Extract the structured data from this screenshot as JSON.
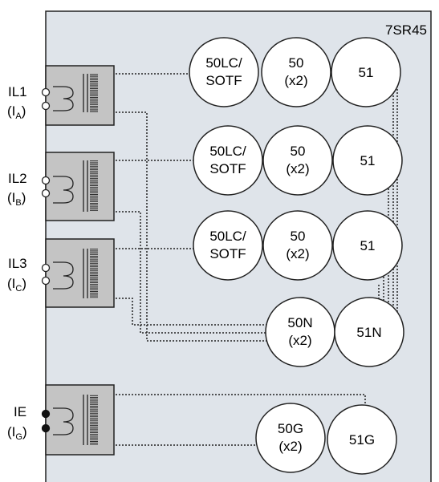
{
  "device": {
    "model": "7SR45"
  },
  "inputs": [
    {
      "name": "IL1",
      "sub_prefix": "(I",
      "sub": "A",
      "sub_suffix": ")"
    },
    {
      "name": "IL2",
      "sub_prefix": "(I",
      "sub": "B",
      "sub_suffix": ")"
    },
    {
      "name": "IL3",
      "sub_prefix": "(I",
      "sub": "C",
      "sub_suffix": ")"
    },
    {
      "name": "IE",
      "sub_prefix": "(I",
      "sub": "G",
      "sub_suffix": ")"
    }
  ],
  "functions": {
    "row1": [
      {
        "lines": [
          "50LC/",
          "SOTF"
        ]
      },
      {
        "lines": [
          "50",
          "(x2)"
        ]
      },
      {
        "lines": [
          "51"
        ]
      }
    ],
    "row2": [
      {
        "lines": [
          "50LC/",
          "SOTF"
        ]
      },
      {
        "lines": [
          "50",
          "(x2)"
        ]
      },
      {
        "lines": [
          "51"
        ]
      }
    ],
    "row3": [
      {
        "lines": [
          "50LC/",
          "SOTF"
        ]
      },
      {
        "lines": [
          "50",
          "(x2)"
        ]
      },
      {
        "lines": [
          "51"
        ]
      }
    ],
    "neutral": [
      {
        "lines": [
          "50N",
          "(x2)"
        ]
      },
      {
        "lines": [
          "51N"
        ]
      }
    ],
    "ground": [
      {
        "lines": [
          "50G",
          "(x2)"
        ]
      },
      {
        "lines": [
          "51G"
        ]
      }
    ]
  }
}
